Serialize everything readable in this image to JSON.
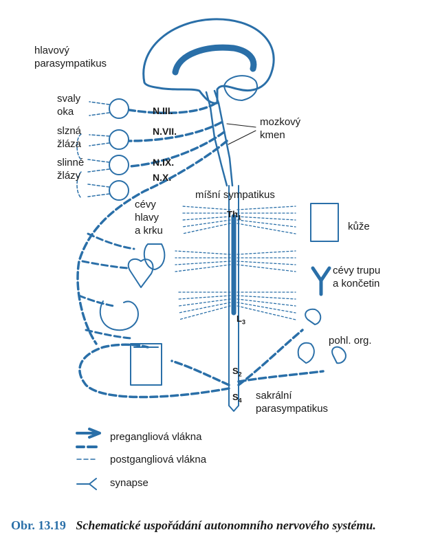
{
  "colors": {
    "accent": "#2a6fa8",
    "line": "#2a6fa8",
    "text": "#1a1a1a"
  },
  "labels": {
    "head_parasympathetic_1": "hlavový",
    "head_parasympathetic_2": "parasympatikus",
    "eye_muscles_1": "svaly",
    "eye_muscles_2": "oka",
    "lacrimal_1": "slzná",
    "lacrimal_2": "žláza",
    "salivary_1": "slinné",
    "salivary_2": "žlázy",
    "brainstem_1": "mozkový",
    "brainstem_2": "kmen",
    "spinal_sympathetic": "míšní sympatikus",
    "head_vessels_1": "cévy",
    "head_vessels_2": "hlavy",
    "head_vessels_3": "a krku",
    "skin": "kůže",
    "trunk_vessels_1": "cévy trupu",
    "trunk_vessels_2": "a končetin",
    "sex_organs": "pohl. org.",
    "sacral_1": "sakrální",
    "sacral_2": "parasympatikus"
  },
  "nerves": {
    "n3": "N.III.",
    "n7": "N.VII.",
    "n9": "N.IX.",
    "n10": "N.X."
  },
  "segments": {
    "th": "Th",
    "th_sub": "1",
    "l": "L",
    "l_sub": "3",
    "s2": "S",
    "s2_sub": "2",
    "s4": "S",
    "s4_sub": "4"
  },
  "legend": {
    "preganglionic": "pregangliová vlákna",
    "postganglionic": "postgangliová vlákna",
    "synapse": "synapse"
  },
  "caption": {
    "number": "Obr. 13.19",
    "text": "Schematické uspořádání autonomního nervového systému."
  }
}
